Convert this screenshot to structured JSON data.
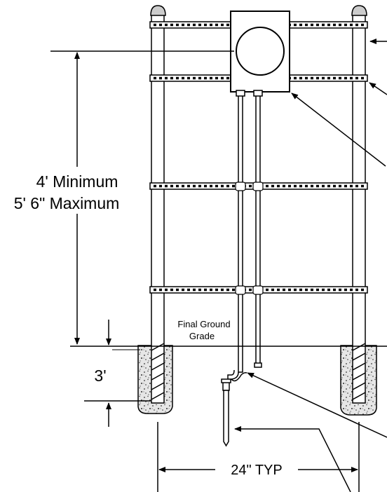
{
  "labels": {
    "height_min": "4' Minimum",
    "height_max": "5' 6\" Maximum",
    "grade_line1": "Final Ground",
    "grade_line2": "Grade",
    "depth": "3'",
    "spacing": "24\" TYP"
  },
  "colors": {
    "line": "#000000",
    "background": "#ffffff",
    "concrete_fill": "#e6e6e6",
    "post_cap": "#cccccc"
  }
}
